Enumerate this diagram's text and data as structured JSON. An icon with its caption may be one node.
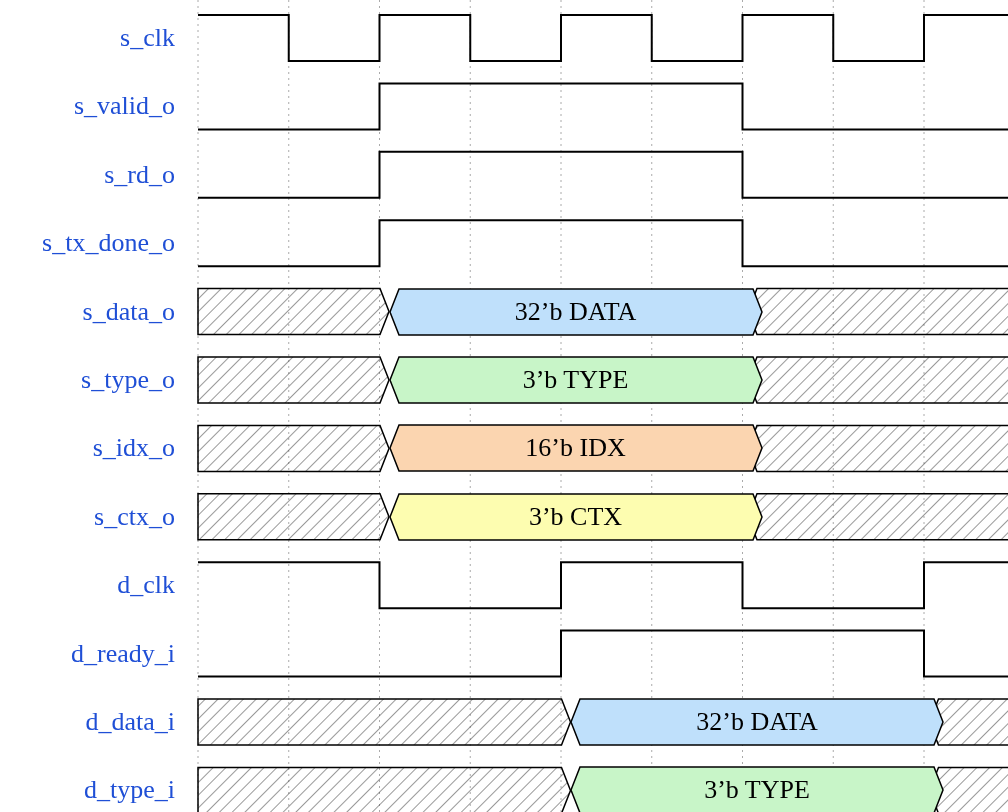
{
  "diagram": {
    "nodes": [
      {
        "text": [
          "32’b DATA"
        ]
      },
      {
        "text": [
          "3’b TYPE"
        ]
      },
      {
        "text": [
          "16’b IDX"
        ]
      },
      {
        "text": [
          "3’b CTX"
        ]
      },
      {
        "text": [
          "32’b DATA"
        ]
      },
      {
        "text": [
          "3’b TYPE"
        ]
      }
    ],
    "labels": [
      "s_clk",
      "s_valid_o",
      "s_rd_o",
      "s_tx_done_o",
      "s_data_o",
      "s_type_o",
      "s_idx_o",
      "s_ctx_o",
      "d_clk",
      "d_ready_i",
      "d_data_i",
      "d_type_i"
    ]
  }
}
